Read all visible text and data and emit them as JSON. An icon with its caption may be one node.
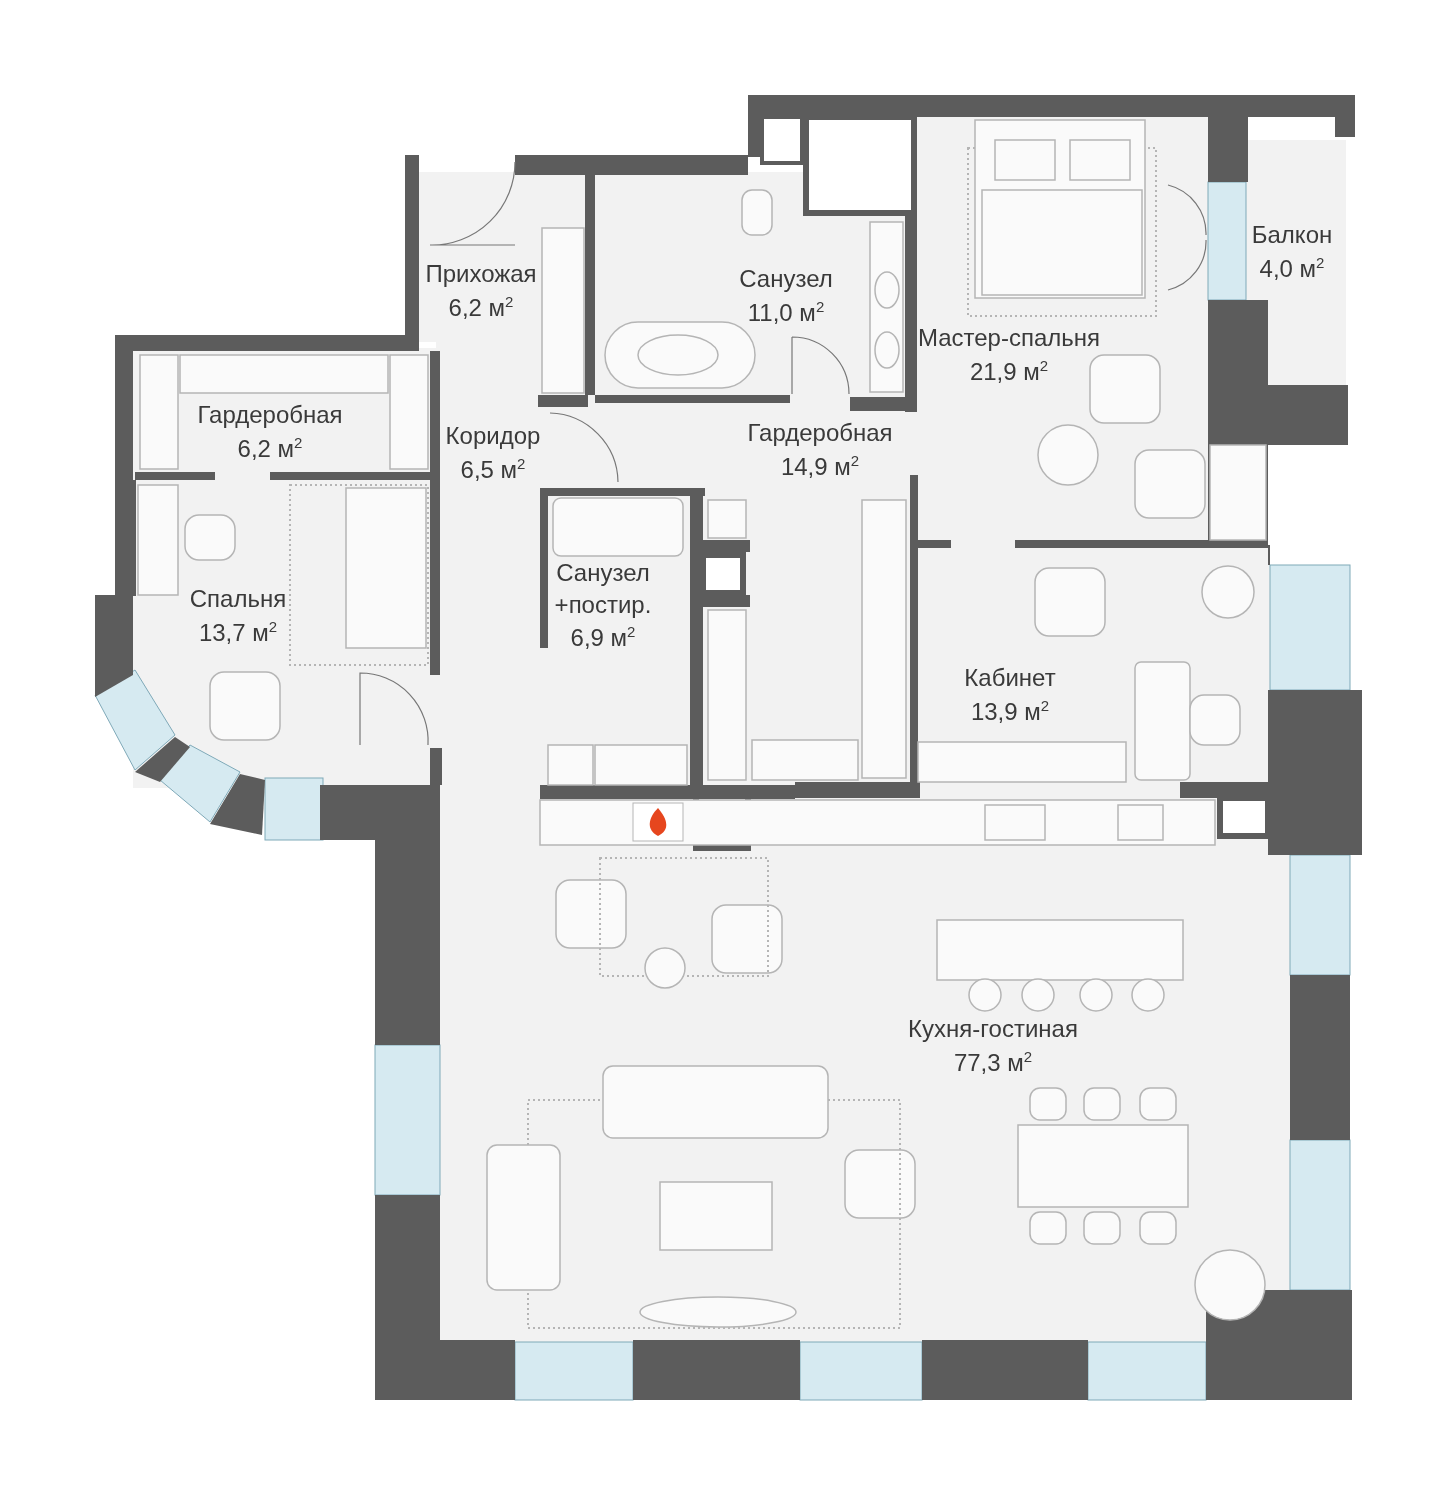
{
  "diagram": {
    "nodes": [
      {
        "text": [
          "Прихожая",
          "6,2 м$^{2}$"
        ]
      },
      {
        "text": [
          "Санузел",
          "11,0 м$^{2}$"
        ]
      },
      {
        "text": [
          "Балкон",
          "4,0 м$^{2}$"
        ]
      },
      {
        "text": [
          "Мастер-спальня",
          "21,9 м$^{2}$"
        ]
      },
      {
        "text": [
          "Гардеробная",
          "6,2 м$^{2}$"
        ]
      },
      {
        "text": [
          "Коридор",
          "6,5 м$^{2}$"
        ]
      },
      {
        "text": [
          "Гардеробная",
          "14,9 м$^{2}$"
        ]
      },
      {
        "text": [
          "Спальня",
          "13,7 м$^{2}$"
        ]
      },
      {
        "text": [
          "Санузел +постир.",
          "6,9 м$^{2}$"
        ]
      },
      {
        "text": [
          "Кабинет",
          "13,9 м$^{2}$"
        ]
      },
      {
        "text": [
          "Кухня-гостиная",
          "77,3 м$^{2}$"
        ]
      }
    ]
  }
}
